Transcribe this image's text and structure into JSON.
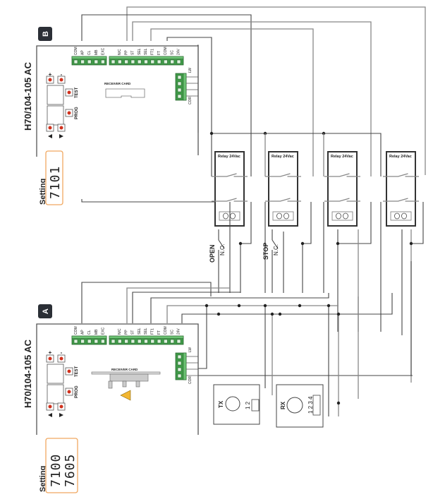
{
  "diagram": {
    "title": "Wiring diagram: two H70/104-105 AC control boards interconnected via four 24Vac relays with photocell TX/RX",
    "boards": [
      {
        "id": "B",
        "badge": "B",
        "model": "H70/104-105 AC",
        "setting_label": "Setting",
        "setting_lines": [
          "7101"
        ],
        "receiver_card_label": "RECEIVER CARD",
        "buttons": {
          "plus": "+",
          "minus": "-",
          "test": "TEST",
          "prog": "PROG"
        },
        "terminals_left": [
          "COM",
          "AP",
          "CL",
          "MB",
          "EXC"
        ],
        "terminals_main": [
          "N/C",
          "PP",
          "ST",
          "SEL",
          "SEL",
          "FT1",
          "FT",
          "COM",
          "SC",
          "24V"
        ],
        "terminals_side": [
          "LW",
          "",
          "",
          "COR"
        ]
      },
      {
        "id": "A",
        "badge": "A",
        "model": "H70/104-105 AC",
        "setting_label": "Setting",
        "setting_lines": [
          "7100",
          "7605"
        ],
        "receiver_card_label": "RECEIVER CARD",
        "buttons": {
          "plus": "+",
          "minus": "-",
          "test": "TEST",
          "prog": "PROG"
        },
        "terminals_left": [
          "COM",
          "AP",
          "CL",
          "MB",
          "EXC"
        ],
        "terminals_main": [
          "N/C",
          "PP",
          "ST",
          "SEL",
          "SEL",
          "FT1",
          "FT",
          "COM",
          "SC",
          "24V"
        ],
        "terminals_side": [
          "LW",
          "",
          "",
          "COR"
        ]
      }
    ],
    "relays": [
      {
        "label": "Relay 24Vac"
      },
      {
        "label": "Relay 24Vac"
      },
      {
        "label": "Relay 24Vac"
      },
      {
        "label": "Relay 24Vac"
      }
    ],
    "switches": [
      {
        "label": "OPEN",
        "type": "N.O."
      },
      {
        "label": "STOP",
        "type": "N.C."
      }
    ],
    "photocells": [
      {
        "label": "TX",
        "pins": "1 2"
      },
      {
        "label": "RX",
        "pins": "1 2 3 4"
      }
    ]
  }
}
